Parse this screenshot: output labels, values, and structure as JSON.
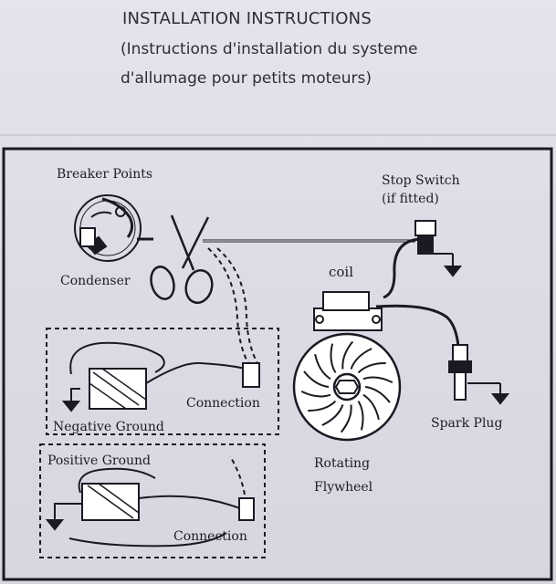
{
  "heading": {
    "title": "INSTALLATION INSTRUCTIONS",
    "subtitle_line1": "(Instructions d'installation du systeme",
    "subtitle_line2": "d'allumage pour petits moteurs)"
  },
  "diagram": {
    "breaker_points": "Breaker Points",
    "condenser": "Condenser",
    "stop_switch": "Stop Switch",
    "if_fitted": "(if fitted)",
    "coil": "coil",
    "connection_negative": "Connection",
    "negative_ground": "Negative Ground",
    "positive_ground": "Positive Ground",
    "connection_positive": "Connection",
    "spark_plug": "Spark Plug",
    "rotating": "Rotating",
    "flywheel": "Flywheel"
  }
}
